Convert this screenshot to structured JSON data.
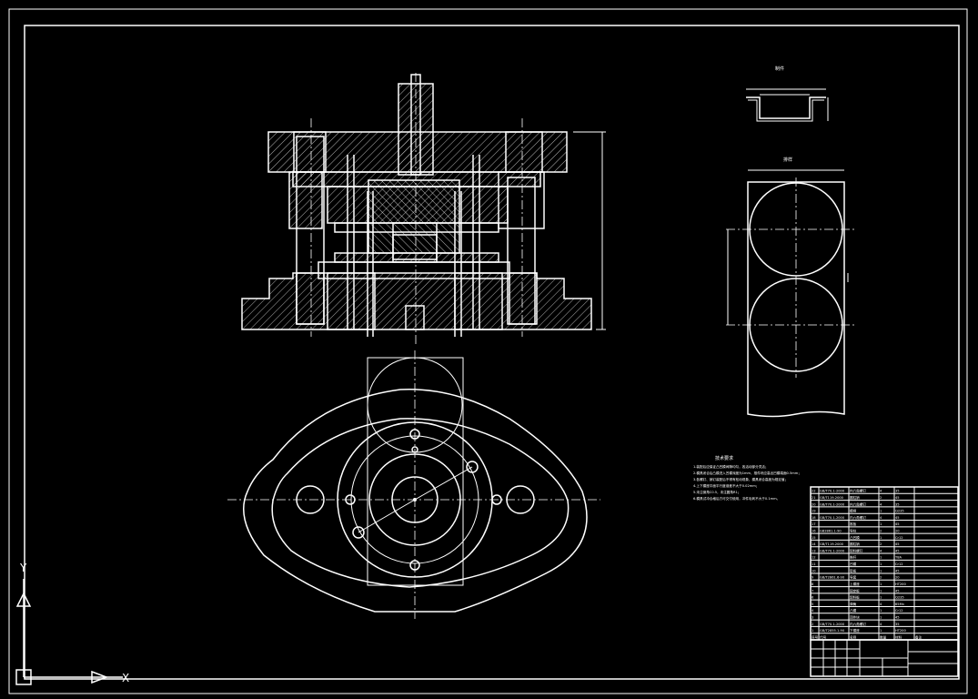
{
  "drawing": {
    "background": "#000000",
    "line_color": "#ffffff",
    "part_label": "制件",
    "layout_label": "排样",
    "tech_req_title": "技术要求",
    "tech_req_lines": [
      "1.装配后应保证凸凹模间隙均匀，各活动部分灵活；",
      "2.模具闭合后凸模进入凹模深度为1mm，推件块应高出凹模端面0.5mm；",
      "3.各螺钉、销钉装配后不得有松动现象，模具闭合高度为规定值；",
      "4.上下模座平面平行度误差不大于0.02mm；",
      "5.未注倒角C0.5，未注圆角R1；",
      "6.模具试冲合格后方可交付使用，冲件毛刺不大于0.1mm。"
    ],
    "bom_rows": [
      [
        "22",
        "GB/T70.1-2000",
        "内六角螺钉",
        "4",
        "35",
        ""
      ],
      [
        "21",
        "GB/T119-2000",
        "圆柱销",
        "2",
        "45",
        ""
      ],
      [
        "20",
        "GB/T70.1-2000",
        "内六角螺钉",
        "4",
        "35",
        ""
      ],
      [
        "19",
        "",
        "模柄",
        "1",
        "Q235",
        ""
      ],
      [
        "18",
        "GB/T70.1-2000",
        "内六角螺钉",
        "4",
        "45",
        ""
      ],
      [
        "17",
        "",
        "推板",
        "1",
        "45",
        ""
      ],
      [
        "16",
        "GB2861.1-90",
        "导柱",
        "2",
        "20",
        ""
      ],
      [
        "15",
        "",
        "凸凹模",
        "1",
        "Cr12",
        ""
      ],
      [
        "14",
        "GB/T119-2000",
        "圆柱销",
        "2",
        "45",
        ""
      ],
      [
        "13",
        "GB/T70.1-2000",
        "卸料螺钉",
        "4",
        "45",
        ""
      ],
      [
        "12",
        "",
        "推杆",
        "1",
        "T8A",
        ""
      ],
      [
        "11",
        "",
        "凹模",
        "1",
        "Cr12",
        ""
      ],
      [
        "10",
        "",
        "垫板",
        "1",
        "45",
        ""
      ],
      [
        "9",
        "GB/T2861.6-90",
        "导套",
        "2",
        "20",
        ""
      ],
      [
        "8",
        "",
        "上模座",
        "1",
        "HT200",
        ""
      ],
      [
        "7",
        "",
        "固定板",
        "1",
        "45",
        ""
      ],
      [
        "6",
        "",
        "卸料板",
        "1",
        "Q235",
        ""
      ],
      [
        "5",
        "",
        "弹簧",
        "4",
        "65Mn",
        ""
      ],
      [
        "4",
        "",
        "凸模",
        "1",
        "Cr12",
        ""
      ],
      [
        "3",
        "",
        "顶件块",
        "1",
        "45",
        ""
      ],
      [
        "2",
        "GB/T70.1-2000",
        "内六角螺钉",
        "4",
        "35",
        ""
      ],
      [
        "1",
        "GB/T2855.1-90",
        "下模座",
        "1",
        "HT200",
        ""
      ]
    ],
    "bom_header": [
      "序号",
      "代号",
      "名称",
      "数量",
      "材料",
      "备注"
    ],
    "ucs_x_label": "X",
    "ucs_y_label": "Y"
  }
}
